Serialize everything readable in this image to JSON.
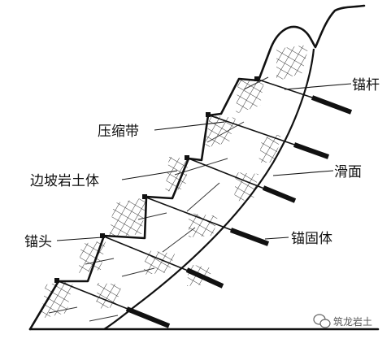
{
  "diagram": {
    "labels": {
      "anchor_rod": "锚杆",
      "compression_zone": "压缩带",
      "slope_rock_soil": "边坡岩土体",
      "slip_surface": "滑面",
      "anchor_head": "锚头",
      "anchorage_body": "锚固体"
    },
    "watermark": "筑龙岩土",
    "colors": {
      "line": "#111111",
      "background": "#ffffff",
      "watermark": "#555555"
    },
    "icons": {
      "watermark_logo": "wechat-logo-icon"
    }
  }
}
